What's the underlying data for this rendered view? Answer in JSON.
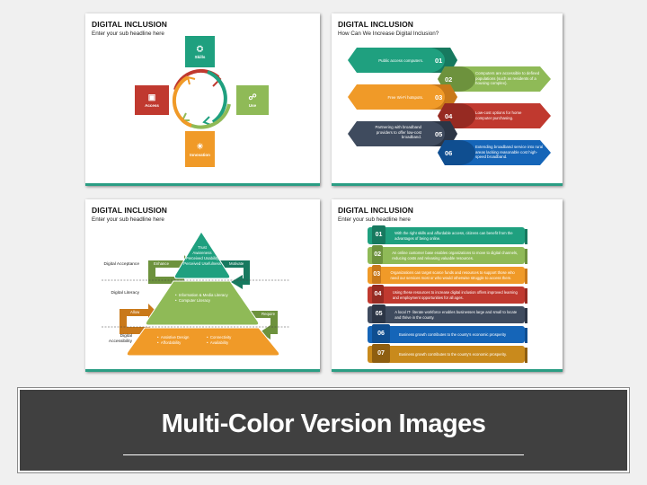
{
  "slides": [
    {
      "title": "DIGITAL INCLUSION",
      "subtitle": "Enter your sub headline here",
      "arms": [
        {
          "label": "Skills",
          "icon": "people-network-icon",
          "color": "#1fa07f"
        },
        {
          "label": "Use",
          "icon": "hands-device-icon",
          "color": "#8fba57"
        },
        {
          "label": "Innovation",
          "icon": "lightbulb-icon",
          "color": "#f09a28"
        },
        {
          "label": "Access",
          "icon": "computer-cloud-icon",
          "color": "#c0392f"
        }
      ],
      "arrow_colors": [
        "#c0392f",
        "#1fa07f",
        "#8fba57",
        "#f09a28"
      ]
    },
    {
      "title": "DIGITAL INCLUSION",
      "subtitle": "How Can We Increase Digital Inclusion?",
      "items": [
        {
          "num": "01",
          "text": "Public access computers.",
          "color": "#1fa07f",
          "dark": "#17795f"
        },
        {
          "num": "02",
          "text": "Computers are accessible to defined populations (such as residents of a housing complex).",
          "color": "#8fba57",
          "dark": "#6d923d"
        },
        {
          "num": "03",
          "text": "Free Wi-Fi hotspots.",
          "color": "#f09a28",
          "dark": "#c9791a"
        },
        {
          "num": "04",
          "text": "Low-cost options for home computer purchasing.",
          "color": "#c0392f",
          "dark": "#962a22"
        },
        {
          "num": "05",
          "text": "Partnering with broadband providers to offer low-cost broadband.",
          "color": "#3f4b5e",
          "dark": "#2c3646"
        },
        {
          "num": "06",
          "text": "Extending broadband service into rural areas lacking reasonable cost high-speed broadband.",
          "color": "#1565b8",
          "dark": "#0f4e90"
        }
      ]
    },
    {
      "title": "DIGITAL INCLUSION",
      "subtitle": "Enter your sub headline here",
      "levels": [
        {
          "label": "Digital Acceptance",
          "items": [
            "Trust",
            "Awareness",
            "Perceived Usability",
            "Perceived Usefulness"
          ],
          "color": "#1fa07f"
        },
        {
          "label": "Digital Literacy",
          "items": [
            "Information & Media Literacy",
            "Computer Literacy"
          ],
          "color": "#8fba57"
        },
        {
          "label": "Digital Accessibility",
          "items": [
            "Assistive Design",
            "Affordability",
            "Connectivity",
            "Availability"
          ],
          "color": "#f09a28"
        }
      ],
      "arrows": {
        "enhance": "Enhance",
        "motivate": "Motivate",
        "allow": "Allow",
        "require": "Require"
      }
    },
    {
      "title": "DIGITAL INCLUSION",
      "subtitle": "Enter your sub headline here",
      "rows": [
        {
          "num": "01",
          "text": "With the right skills and affordable access, citizens can benefit from the advantages of being online.",
          "color": "#1fa07f",
          "dark": "#17795f"
        },
        {
          "num": "02",
          "text": "An online customer base enables organizations to move to digital channels, reducing costs and releasing valuable resources.",
          "color": "#8fba57",
          "dark": "#6d923d"
        },
        {
          "num": "03",
          "text": "Organizations can target scarce funds and resources to support those who need our services most or who would otherwise struggle to access them.",
          "color": "#f09a28",
          "dark": "#c9791a"
        },
        {
          "num": "04",
          "text": "Using these resources to increase digital inclusion offers improved learning and employment opportunities for all ages.",
          "color": "#c0392f",
          "dark": "#962a22"
        },
        {
          "num": "05",
          "text": "A local IT- literate workforce enables businesses large and small to locate and thrive in the county.",
          "color": "#3f4b5e",
          "dark": "#2c3646"
        },
        {
          "num": "06",
          "text": "Business growth contributes to the county's economic prosperity",
          "color": "#1565b8",
          "dark": "#0f4e90"
        },
        {
          "num": "07",
          "text": "Business growth contributes to the county's economic prosperity.",
          "color": "#c98a1c",
          "dark": "#8e5e10"
        }
      ]
    }
  ],
  "banner": {
    "title": "Multi-Color Version Images"
  }
}
